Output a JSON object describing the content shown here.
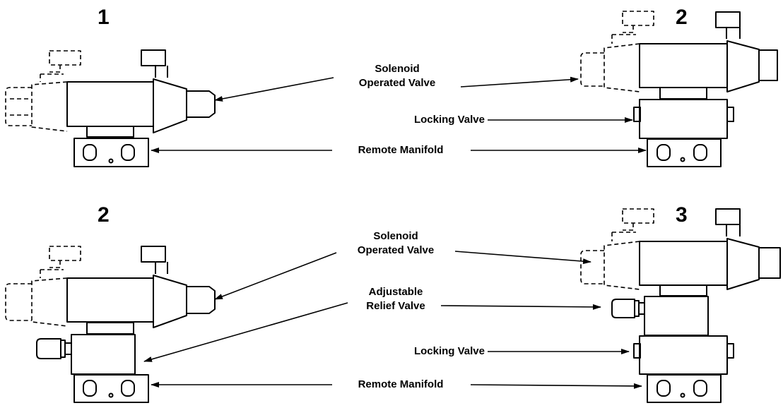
{
  "figures": [
    {
      "number": "1"
    },
    {
      "number": "2"
    },
    {
      "number": "2"
    },
    {
      "number": "3"
    }
  ],
  "labels": {
    "top_solenoid": "Solenoid\nOperated Valve",
    "top_locking": "Locking Valve",
    "top_manifold": "Remote Manifold",
    "bottom_solenoid": "Solenoid\nOperated Valve",
    "bottom_relief": "Adjustable\nRelief Valve",
    "bottom_locking": "Locking Valve",
    "bottom_manifold": "Remote Manifold"
  }
}
